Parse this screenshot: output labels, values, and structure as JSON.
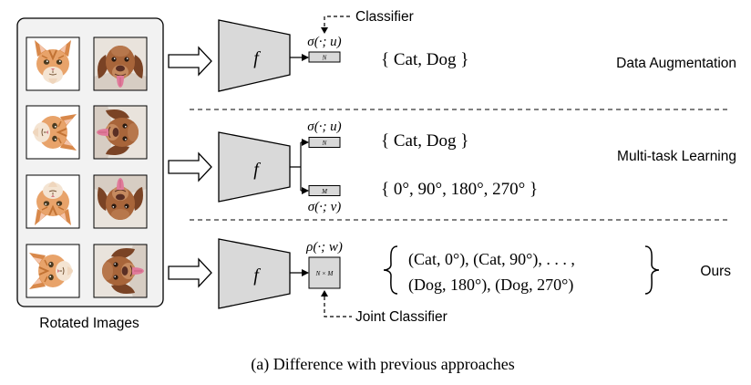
{
  "panel": {
    "images_label": "Rotated Images",
    "caption": "(a) Difference with previous approaches"
  },
  "images": {
    "columns": [
      "cat",
      "dog"
    ],
    "rotations_deg": [
      0,
      90,
      180,
      270
    ]
  },
  "rows": {
    "augmentation": {
      "title": "Data Augmentation",
      "network": "f",
      "top_label": "Classifier",
      "head_symbol": "σ(·; u)",
      "head_size": "N",
      "set": "{ Cat, Dog }"
    },
    "multitask": {
      "title": "Multi-task Learning",
      "network": "f",
      "head1_symbol": "σ(·; u)",
      "head1_size": "N",
      "set1": "{ Cat, Dog }",
      "head2_symbol": "σ(·; v)",
      "head2_size": "M",
      "set2": "{ 0°, 90°, 180°, 270° }"
    },
    "ours": {
      "title": "Ours",
      "network": "f",
      "head_symbol": "ρ(·; w)",
      "head_size": "N × M",
      "bottom_label": "Joint Classifier",
      "set_line1": "(Cat, 0°), (Cat, 90°), . . . ,",
      "set_line2": "(Dog, 180°), (Dog, 270°)"
    }
  },
  "colors": {
    "block_fill": "#d9d9d9",
    "stroke": "#000000",
    "panel_fill": "#f2f2f2",
    "cat_fur": "#e8a36a",
    "dog_fur": "#a8653a"
  }
}
